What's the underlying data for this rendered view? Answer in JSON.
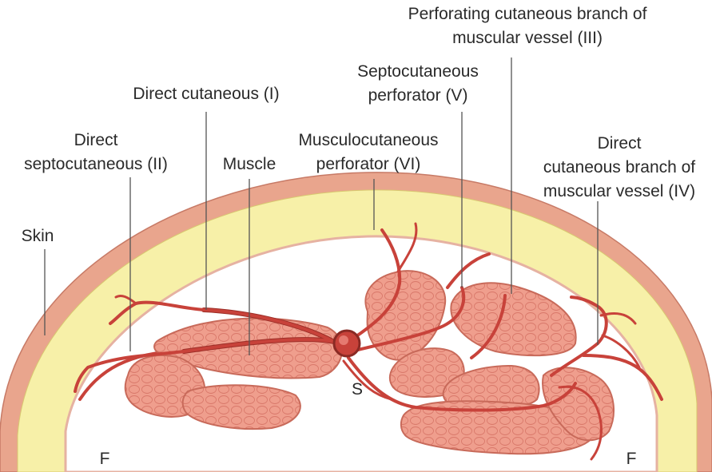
{
  "labels": {
    "perforating_l1": "Perforating cutaneous branch of",
    "perforating_l2": "muscular vessel  (III)",
    "septocut_l1": "Septocutaneous",
    "septocut_l2": "perforator  (V)",
    "direct_cut": "Direct cutaneous (I)",
    "musculocut_l1": "Musculocutaneous",
    "musculocut_l2": "perforator (VI)",
    "direct_sept_l1": "Direct",
    "direct_sept_l2": "septocutaneous (II)",
    "muscle": "Muscle",
    "direct_branch_l1": "Direct",
    "direct_branch_l2": "cutaneous branch of",
    "direct_branch_l3": "muscular vessel (IV)",
    "skin": "Skin",
    "s": "S",
    "f_left": "F",
    "f_right": "F"
  },
  "colors": {
    "skin_outer": "#e9a58d",
    "fat": "#f7f0a8",
    "muscle_fill": "#ef9e8d",
    "vessel": "#c8423a",
    "leader": "#555555",
    "text": "#2a2a2a"
  }
}
